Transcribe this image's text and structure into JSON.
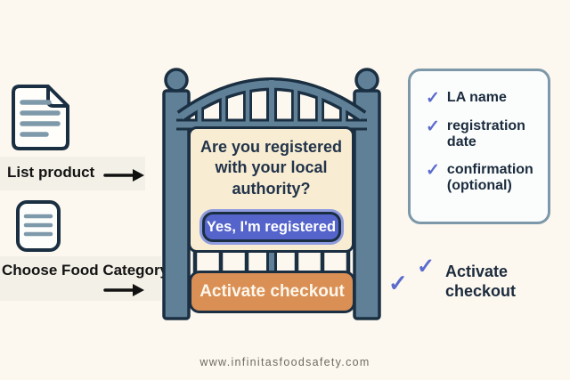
{
  "page": {
    "footer_url": "www.infinitasfoodsafety.com"
  },
  "left_steps": [
    {
      "label": "List product",
      "icon": "document-icon"
    },
    {
      "label": "Choose Food Category",
      "icon": "list-icon"
    }
  ],
  "gate": {
    "question": "Are you registered\nwith your local\nauthority?",
    "primary_button": "Yes, I'm registered",
    "banner": "Activate checkout"
  },
  "checklist_panel": {
    "items": [
      {
        "label": "LA name"
      },
      {
        "label": "registration date"
      },
      {
        "label": "confirmation (optional)"
      }
    ]
  },
  "activate_note": {
    "label": "Activate\ncheckout"
  },
  "icons": {
    "check_glyph": "✓"
  },
  "colors": {
    "background": "#fdf8ef",
    "outline": "#1b2f42",
    "gate_slate": "#5f8096",
    "sign_cream": "#f8edd2",
    "button_blue": "#5464cb",
    "button_halo": "#8f9bdf",
    "banner_orange": "#da8f54",
    "panel_border": "#7d98a9",
    "checkmark": "#5c6cce",
    "text_navy": "#1b2b3d"
  }
}
